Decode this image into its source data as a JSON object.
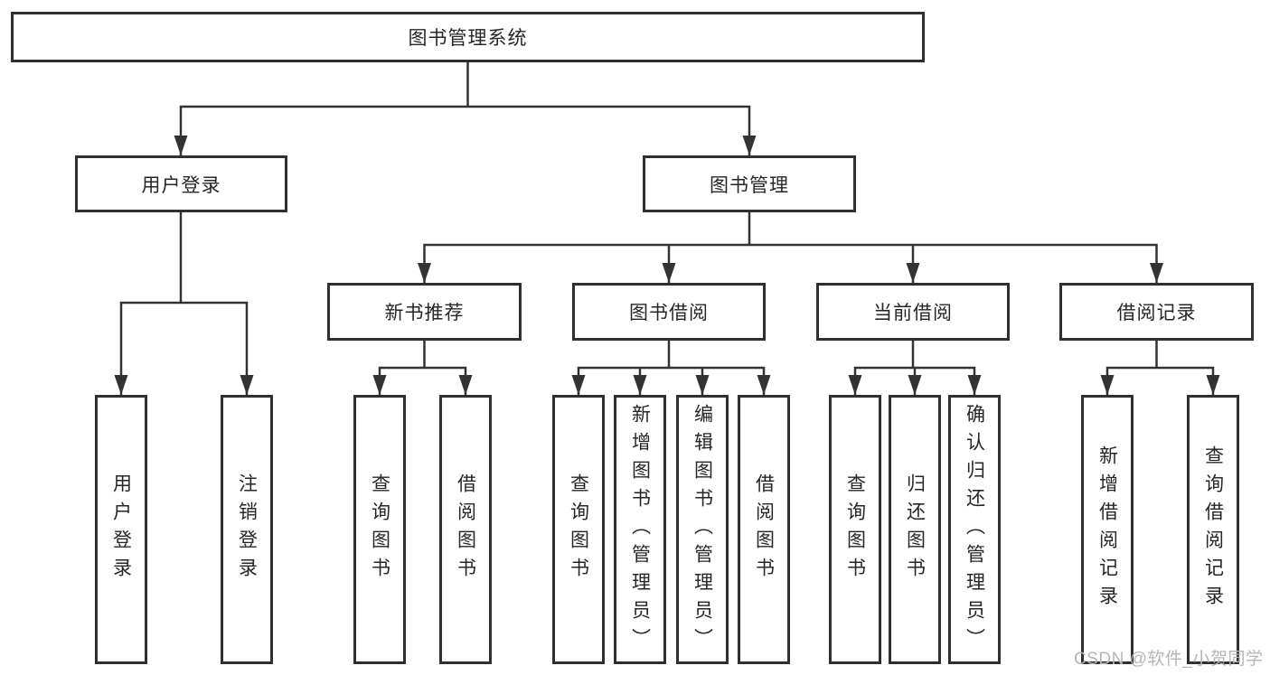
{
  "colors": {
    "line": "#333333",
    "box_border": "#2f2f2f",
    "text": "#262626",
    "watermark": "#b6b6b6",
    "background": "#ffffff"
  },
  "root": {
    "label": "图书管理系统"
  },
  "branches": [
    {
      "label": "用户登录",
      "children": [
        {
          "label": "用户登录"
        },
        {
          "label": "注销登录"
        }
      ]
    },
    {
      "label": "图书管理",
      "children": [
        {
          "label": "新书推荐",
          "children": [
            {
              "label": "查询图书"
            },
            {
              "label": "借阅图书"
            }
          ]
        },
        {
          "label": "图书借阅",
          "children": [
            {
              "label": "查询图书"
            },
            {
              "label": "新增图书（管理员）"
            },
            {
              "label": "编辑图书（管理员）"
            },
            {
              "label": "借阅图书"
            }
          ]
        },
        {
          "label": "当前借阅",
          "children": [
            {
              "label": "查询图书"
            },
            {
              "label": "归还图书"
            },
            {
              "label": "确认归还（管理员）"
            }
          ]
        },
        {
          "label": "借阅记录",
          "children": [
            {
              "label": "新增借阅记录"
            },
            {
              "label": "查询借阅记录"
            }
          ]
        }
      ]
    }
  ],
  "watermark": {
    "text": "CSDN @软件_小贺同学"
  }
}
